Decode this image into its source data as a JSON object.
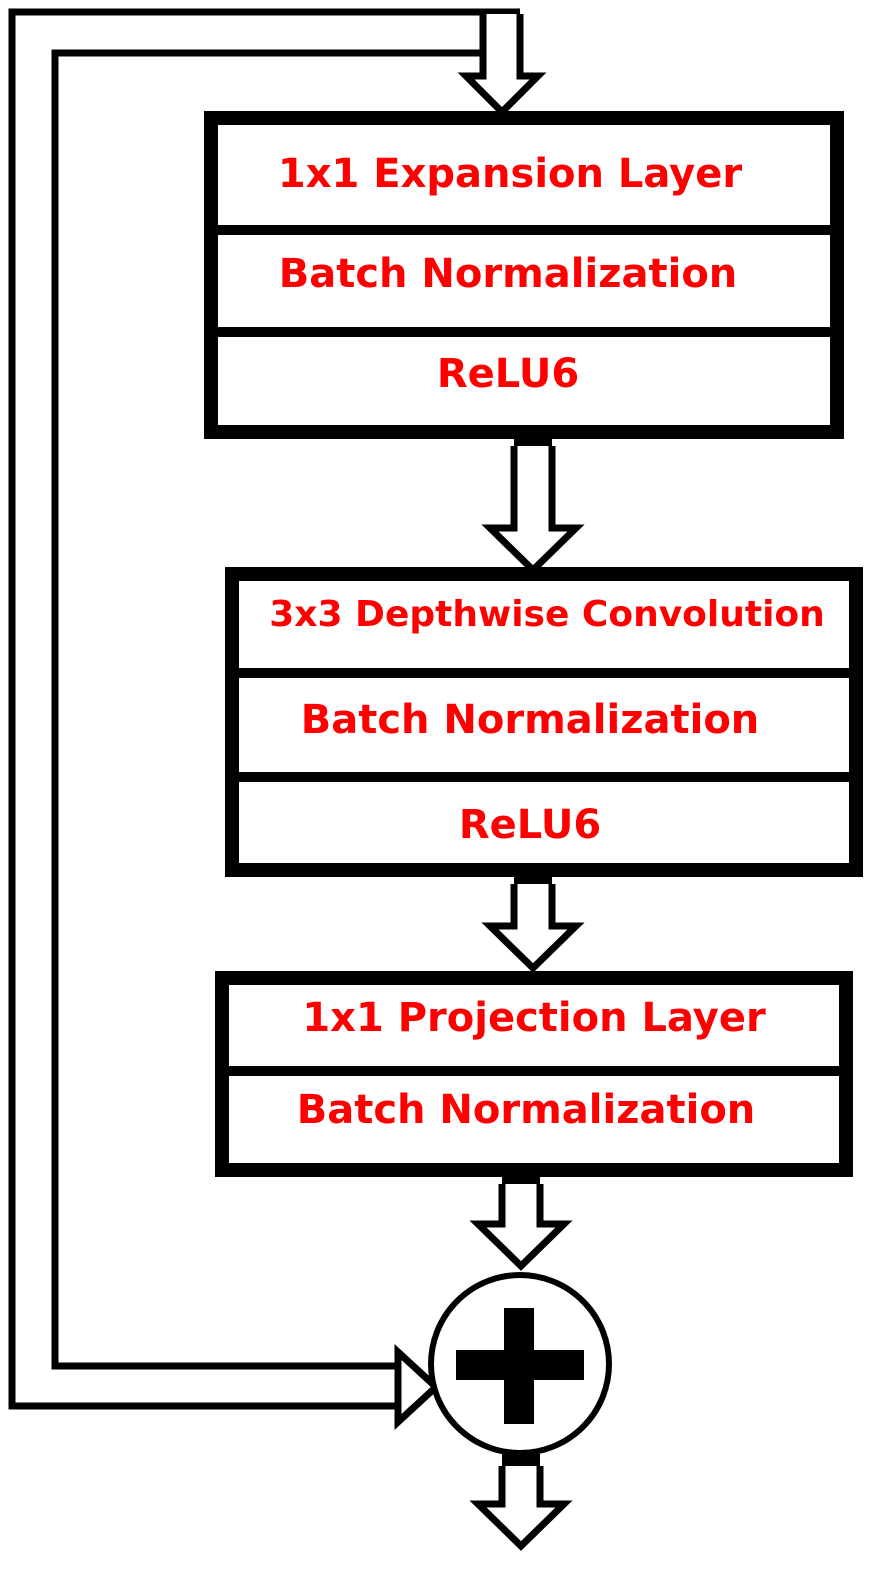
{
  "colors": {
    "text": "#ff0000",
    "stroke": "#000000",
    "fill": "#ffffff"
  },
  "blocks": [
    {
      "layers": [
        "1x1 Expansion Layer",
        "Batch Normalization",
        "ReLU6"
      ]
    },
    {
      "layers": [
        "3x3 Depthwise Convolution",
        "Batch Normalization",
        "ReLU6"
      ]
    },
    {
      "layers": [
        "1x1 Projection Layer",
        "Batch Normalization"
      ]
    }
  ],
  "add_node": {
    "icon": "plus-icon"
  }
}
